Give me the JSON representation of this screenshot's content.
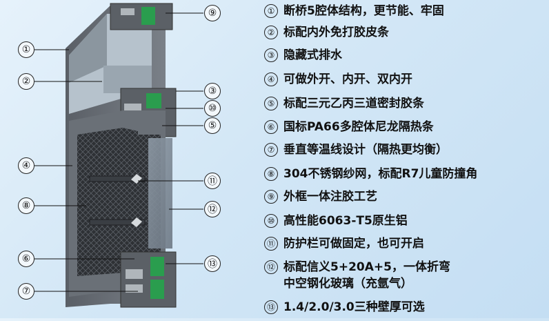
{
  "callouts": {
    "left": [
      "①",
      "②",
      "④",
      "⑧",
      "⑥",
      "⑦"
    ],
    "right": [
      "⑨",
      "③",
      "⑩",
      "⑤",
      "⑪",
      "⑫",
      "⑬"
    ]
  },
  "features": [
    {
      "num": "①",
      "lines": [
        "断桥5腔体结构，更节能、牢固"
      ]
    },
    {
      "num": "②",
      "lines": [
        "标配内外免打胶皮条"
      ]
    },
    {
      "num": "③",
      "lines": [
        "隐藏式排水"
      ]
    },
    {
      "num": "④",
      "lines": [
        "可做外开、内开、双内开"
      ]
    },
    {
      "num": "⑤",
      "lines": [
        "标配三元乙丙三道密封胶条"
      ]
    },
    {
      "num": "⑥",
      "lines": [
        "国标PA66多腔体尼龙隔热条"
      ]
    },
    {
      "num": "⑦",
      "lines": [
        "垂直等温线设计（隔热更均衡）"
      ]
    },
    {
      "num": "⑧",
      "lines": [
        "304不锈钢纱网，标配R7儿童防撞角"
      ]
    },
    {
      "num": "⑨",
      "lines": [
        "外框一体注胶工艺"
      ]
    },
    {
      "num": "⑩",
      "lines": [
        "高性能6063-T5原生铝"
      ]
    },
    {
      "num": "⑪",
      "lines": [
        "防护栏可做固定，也可开启"
      ]
    },
    {
      "num": "⑫",
      "lines": [
        "标配信义5+20A+5，一体折弯",
        "中空钢化玻璃（充氩气）"
      ]
    },
    {
      "num": "⑬",
      "lines": [
        "1.4/2.0/3.0三种壁厚可选"
      ]
    }
  ]
}
